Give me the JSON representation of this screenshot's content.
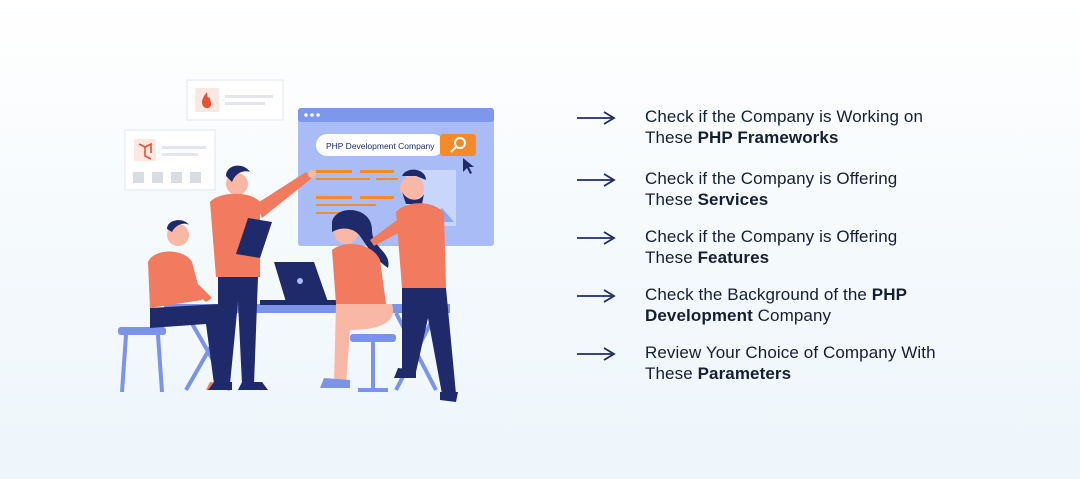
{
  "illustration": {
    "search_text": "PHP Development Company",
    "colors": {
      "accent": "#f27a5e",
      "navy": "#1f2a6b",
      "window": "#a9bcf5",
      "search_btn": "#f58a2b"
    }
  },
  "checklist": [
    {
      "line1": "Check if the Company is Working on",
      "line2_plain": "These ",
      "line2_bold": "PHP Frameworks",
      "line2_after": ""
    },
    {
      "line1": "Check if the Company is Offering",
      "line2_plain": "These ",
      "line2_bold": "Services",
      "line2_after": ""
    },
    {
      "line1": "Check if the Company is Offering",
      "line2_plain": "These ",
      "line2_bold": "Features",
      "line2_after": ""
    },
    {
      "line1_plain": "Check the Background of the ",
      "line1_bold": "PHP",
      "line2_bold": "Development",
      "line2_after": " Company"
    },
    {
      "line1": "Review Your Choice of Company With",
      "line2_plain": "These ",
      "line2_bold": "Parameters",
      "line2_after": ""
    }
  ],
  "icons": {
    "bullet": "arrow-right-icon"
  }
}
